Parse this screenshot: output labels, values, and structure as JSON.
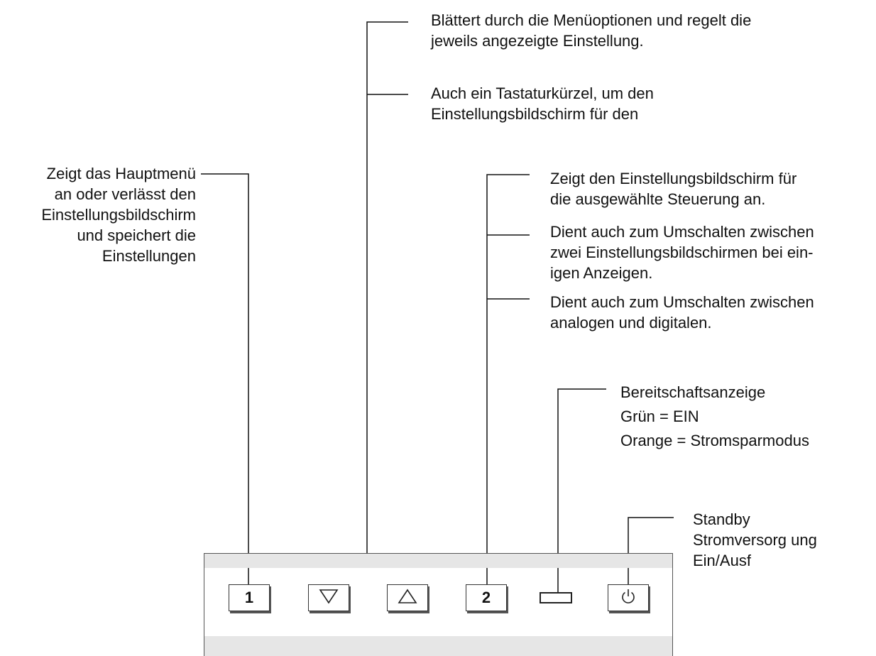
{
  "callouts": {
    "menu_button": [
      "Zeigt das Hauptmenü",
      "an oder verlässt den",
      "Einstellungsbildschirm",
      "und speichert die",
      "Einstellungen"
    ],
    "arrow_scroll": [
      "Blättert durch die Menüoptionen und regelt die",
      "jeweils angezeigte Einstellung."
    ],
    "arrow_shortcut": [
      "Auch ein Tastaturkürzel, um den",
      "Einstellungsbildschirm für den"
    ],
    "button2_display": [
      "Zeigt den Einstellungsbildschirm für",
      "die ausgewählte Steuerung an."
    ],
    "button2_toggle_screens": [
      "Dient auch zum Umschalten zwischen",
      "zwei Einstellungsbildschirmen bei ein-",
      "igen Anzeigen."
    ],
    "button2_toggle_input": [
      "Dient auch zum Umschalten zwischen",
      "analogen und digitalen."
    ],
    "standby_led": [
      "Bereitschaftsanzeige",
      "Grün = EIN",
      "Orange = Stromsparmodus"
    ],
    "power_button": [
      "Standby",
      "Stromversorg ung",
      "Ein/Ausf"
    ]
  },
  "buttons": {
    "button1_label": "1",
    "button2_label": "2",
    "down_icon": "triangle-down-icon",
    "up_icon": "triangle-up-icon",
    "power_icon": "power-icon"
  },
  "colors": {
    "panel": "#e6e6e6",
    "ink": "#111111"
  }
}
